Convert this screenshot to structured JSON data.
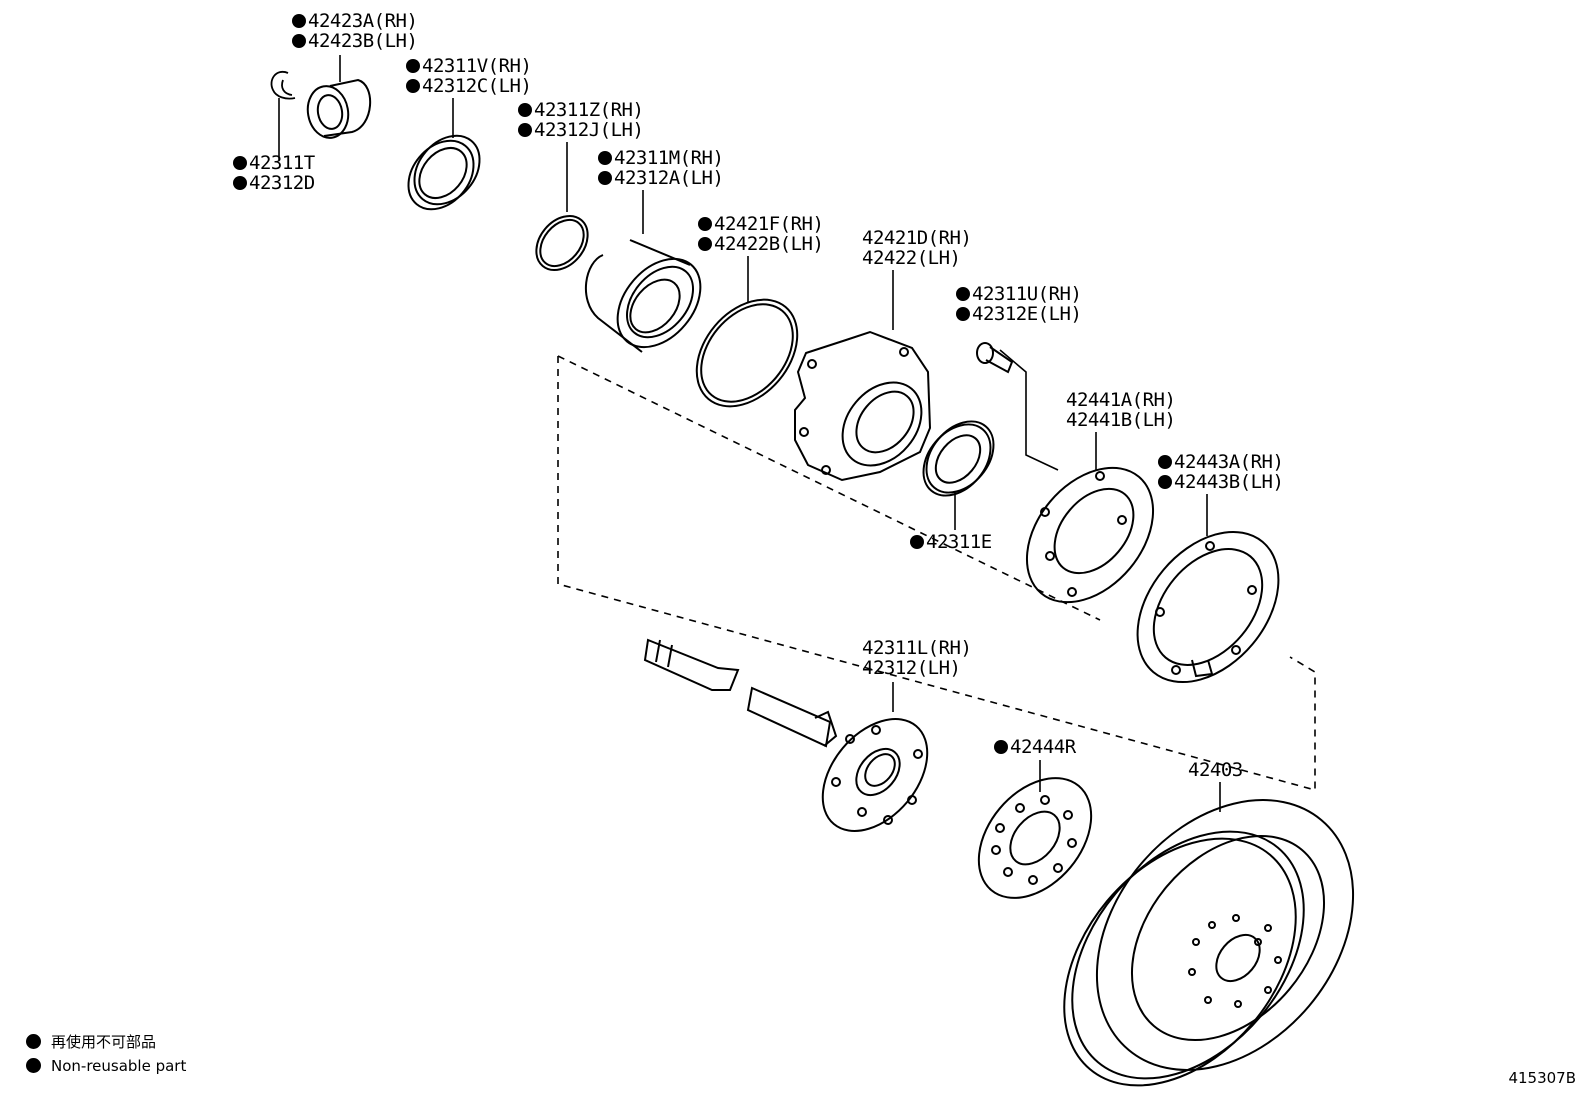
{
  "parts": {
    "p42423": [
      "42423A(RH)",
      "42423B(LH)"
    ],
    "p42311v": [
      "42311V(RH)",
      "42312C(LH)"
    ],
    "p42311t": [
      "42311T",
      "42312D"
    ],
    "p42311z": [
      "42311Z(RH)",
      "42312J(LH)"
    ],
    "p42311m": [
      "42311M(RH)",
      "42312A(LH)"
    ],
    "p42421f": [
      "42421F(RH)",
      "42422B(LH)"
    ],
    "p42421d": [
      "42421D(RH)",
      "42422(LH)"
    ],
    "p42311u": [
      "42311U(RH)",
      "42312E(LH)"
    ],
    "p42441": [
      "42441A(RH)",
      "42441B(LH)"
    ],
    "p42443": [
      "42443A(RH)",
      "42443B(LH)"
    ],
    "p42311e": "42311E",
    "p42311l": [
      "42311L(RH)",
      "42312(LH)"
    ],
    "p42444r": "42444R",
    "p42403": "42403"
  },
  "legend": {
    "line1": "再使用不可部品",
    "line2": "Non-reusable part"
  },
  "diagram_code": "415307B"
}
